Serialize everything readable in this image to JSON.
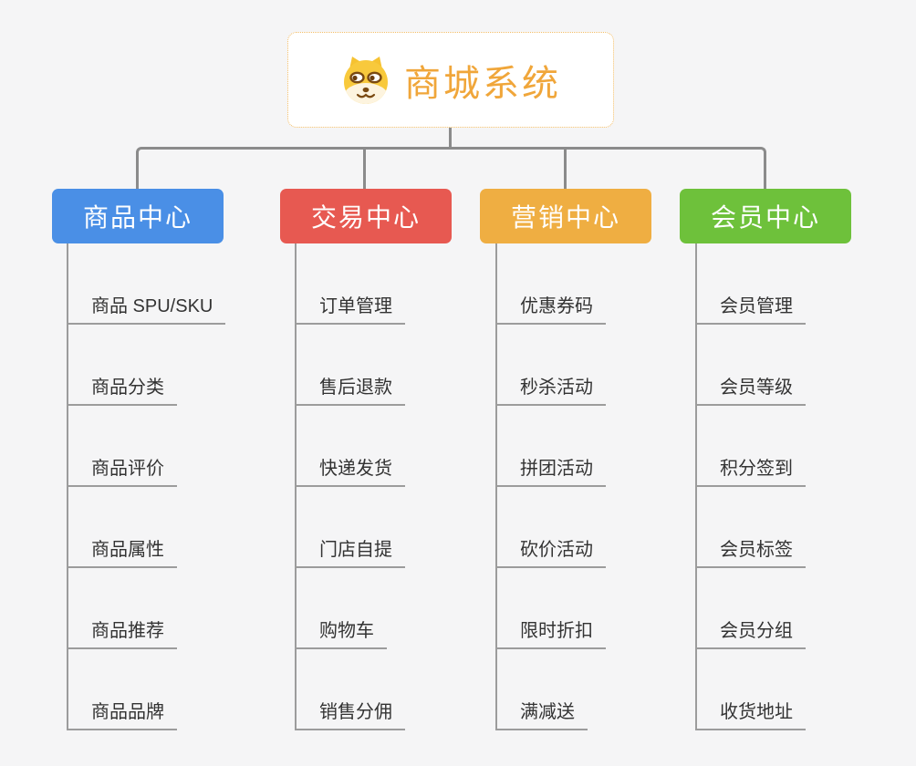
{
  "root": {
    "title": "商城系统",
    "icon": "shiba-dog-icon",
    "accent_color": "#f0a63a"
  },
  "branches": [
    {
      "label": "商品中心",
      "color": "#4a8fe6",
      "items": [
        "商品 SPU/SKU",
        "商品分类",
        "商品评价",
        "商品属性",
        "商品推荐",
        "商品品牌"
      ]
    },
    {
      "label": "交易中心",
      "color": "#e75951",
      "items": [
        "订单管理",
        "售后退款",
        "快递发货",
        "门店自提",
        "购物车",
        "销售分佣"
      ]
    },
    {
      "label": "营销中心",
      "color": "#efae42",
      "items": [
        "优惠券码",
        "秒杀活动",
        "拼团活动",
        "砍价活动",
        "限时折扣",
        "满减送"
      ]
    },
    {
      "label": "会员中心",
      "color": "#6ec13b",
      "items": [
        "会员管理",
        "会员等级",
        "积分签到",
        "会员标签",
        "会员分组",
        "收货地址"
      ]
    }
  ]
}
